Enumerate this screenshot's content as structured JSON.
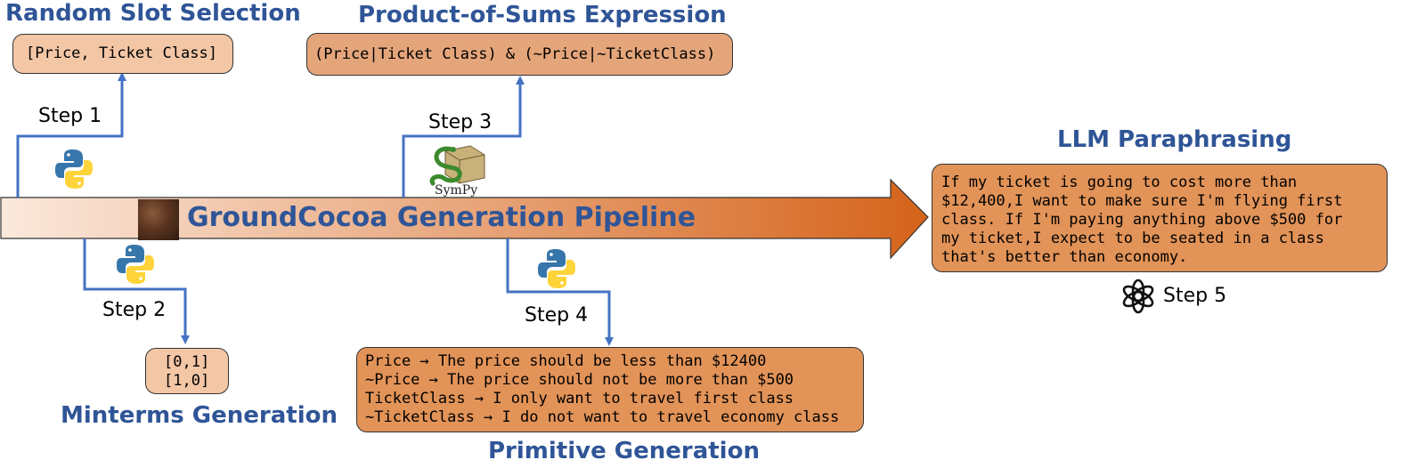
{
  "pipeline": {
    "title": "GroundCocoa Generation Pipeline"
  },
  "headings": {
    "random_slot": "Random Slot Selection",
    "product_of_sums": "Product-of-Sums Expression",
    "llm_paraphrasing": "LLM Paraphrasing",
    "minterms": "Minterms Generation",
    "primitive": "Primitive Generation"
  },
  "steps": {
    "step1": "Step 1",
    "step2": "Step 2",
    "step3": "Step 3",
    "step4": "Step 4",
    "step5": "Step 5"
  },
  "boxes": {
    "slots": "[Price, Ticket Class]",
    "pos_expression": "(Price|Ticket Class) & (~Price|~TicketClass)",
    "minterms": [
      "[0,1]",
      "[1,0]"
    ],
    "primitives": [
      "Price → The price should be less than $12400",
      "~Price → The price should not be more than $500",
      "TicketClass → I only want to travel first class",
      "~TicketClass → I do not want to travel economy class"
    ],
    "paraphrase": [
      "If my ticket is going to cost more than",
      "$12,400,I want to make sure I'm flying first",
      "class. If I'm paying anything above $500 for",
      "my ticket,I expect to be seated in a class",
      "that's better than economy."
    ]
  },
  "logos": {
    "sympy": "SymPy"
  },
  "icons": [
    "python-icon",
    "sympy-icon",
    "openai-icon",
    "cocoa-icon"
  ],
  "colors": {
    "heading_blue": "#2f5597",
    "connector_blue": "#4472c4",
    "box_light": "#f3c6a6",
    "box_mid": "#e4a57a",
    "box_dark": "#e29358",
    "arrow_start": "#fbe9dd",
    "arrow_end": "#d5631a"
  }
}
